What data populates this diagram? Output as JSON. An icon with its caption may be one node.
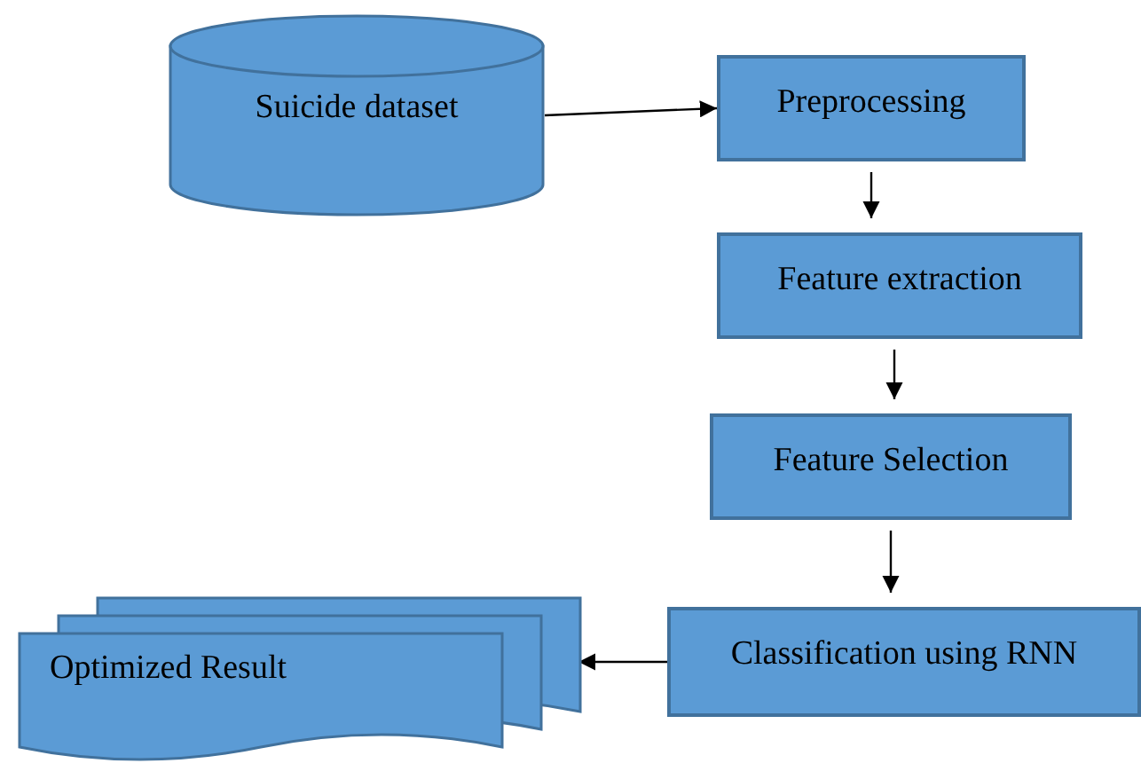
{
  "diagram": {
    "nodes": [
      {
        "text": [
          "Suicide dataset"
        ]
      },
      {
        "text": [
          "Preprocessing"
        ]
      },
      {
        "text": [
          "Feature extraction"
        ]
      },
      {
        "text": [
          "Feature Selection"
        ]
      },
      {
        "text": [
          "Classification using RNN"
        ]
      },
      {
        "text": [
          "Optimized Result"
        ]
      }
    ],
    "edges": [
      {
        "from": 0,
        "to": 1,
        "arrow": "to"
      },
      {
        "from": 1,
        "to": 2,
        "arrow": "to"
      },
      {
        "from": 2,
        "to": 3,
        "arrow": "to"
      },
      {
        "from": 3,
        "to": 4,
        "arrow": "to"
      },
      {
        "from": 4,
        "to": 5,
        "arrow": "to"
      }
    ]
  }
}
